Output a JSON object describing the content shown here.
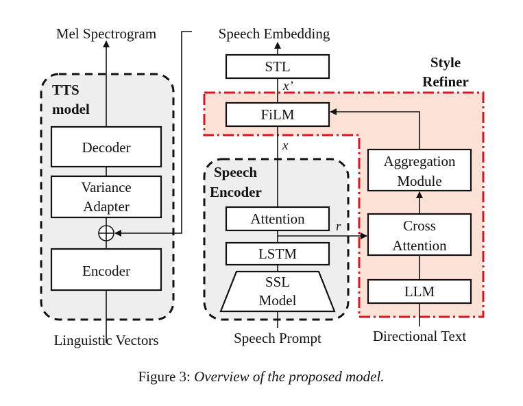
{
  "tts": {
    "output_label": "Mel Spectrogram",
    "title_line1": "TTS",
    "title_line2": "model",
    "decoder": "Decoder",
    "variance_line1": "Variance",
    "variance_line2": "Adapter",
    "encoder": "Encoder",
    "input_label": "Linguistic Vectors"
  },
  "speech": {
    "output_label": "Speech Embedding",
    "stl": "STL",
    "x_prime": "x’",
    "film": "FiLM",
    "x": "x",
    "encoder_line1": "Speech",
    "encoder_line2": "Encoder",
    "attention": "Attention",
    "r": "r",
    "lstm": "LSTM",
    "ssl_line1": "SSL",
    "ssl_line2": "Model",
    "input_label": "Speech Prompt"
  },
  "refiner": {
    "title_line1": "Style",
    "title_line2": "Refiner",
    "aggregation_line1": "Aggregation",
    "aggregation_line2": "Module",
    "cross_line1": "Cross",
    "cross_line2": "Attention",
    "llm": "LLM",
    "input_label": "Directional Text",
    "title_color": "#e0141e",
    "fill_color": "#fbe1d6"
  },
  "caption": {
    "prefix": "Figure 3: ",
    "text": "Overview of the proposed model."
  }
}
